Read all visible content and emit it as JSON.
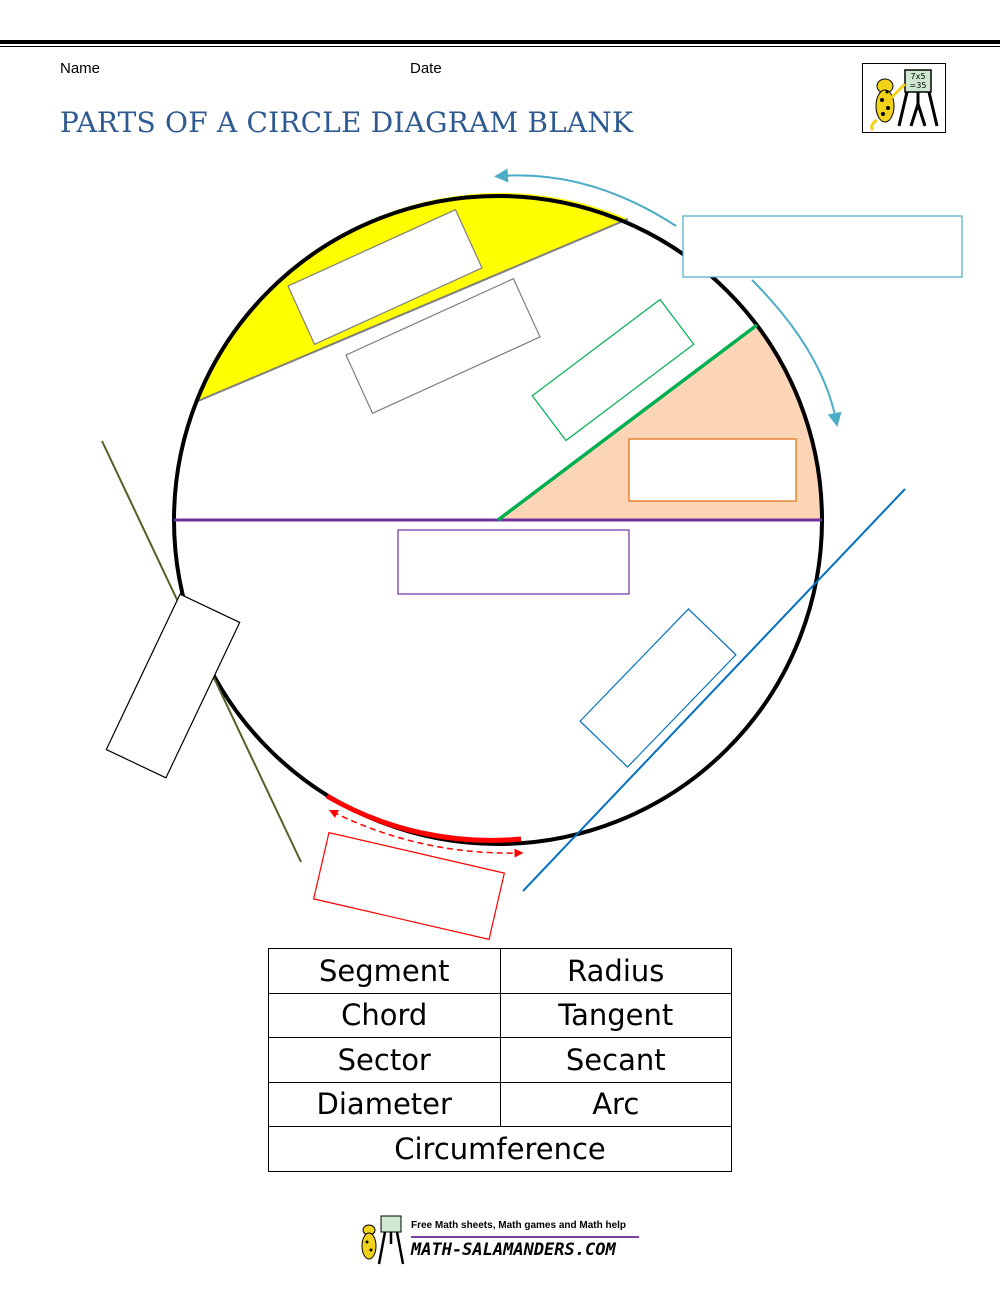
{
  "header": {
    "name_label": "Name",
    "date_label": "Date",
    "title": "PARTS OF A CIRCLE DIAGRAM BLANK"
  },
  "logo": {
    "icon": "salamander-teacher-icon",
    "board_text_1": "7x5",
    "board_text_2": "=35"
  },
  "diagram": {
    "colors": {
      "circle": "#000000",
      "segment_fill": "#ffff00",
      "sector_fill": "#fbd5b5",
      "arc_red": "#ff0000",
      "circumference_arrow": "#4bacc6",
      "radius": "#00b050",
      "diameter": "#7030a0",
      "secant": "#0070c0",
      "tangent": "#4f6228",
      "chord_box": "#7f7f7f",
      "sector_box": "#e36c09"
    }
  },
  "word_bank": {
    "rows": [
      [
        "Segment",
        "Radius"
      ],
      [
        "Chord",
        "Tangent"
      ],
      [
        "Sector",
        "Secant"
      ],
      [
        "Diameter",
        "Arc"
      ]
    ],
    "last": "Circumference"
  },
  "footer": {
    "tagline": "Free Math sheets, Math games and Math help",
    "site": "MATH-SALAMANDERS.COM"
  }
}
